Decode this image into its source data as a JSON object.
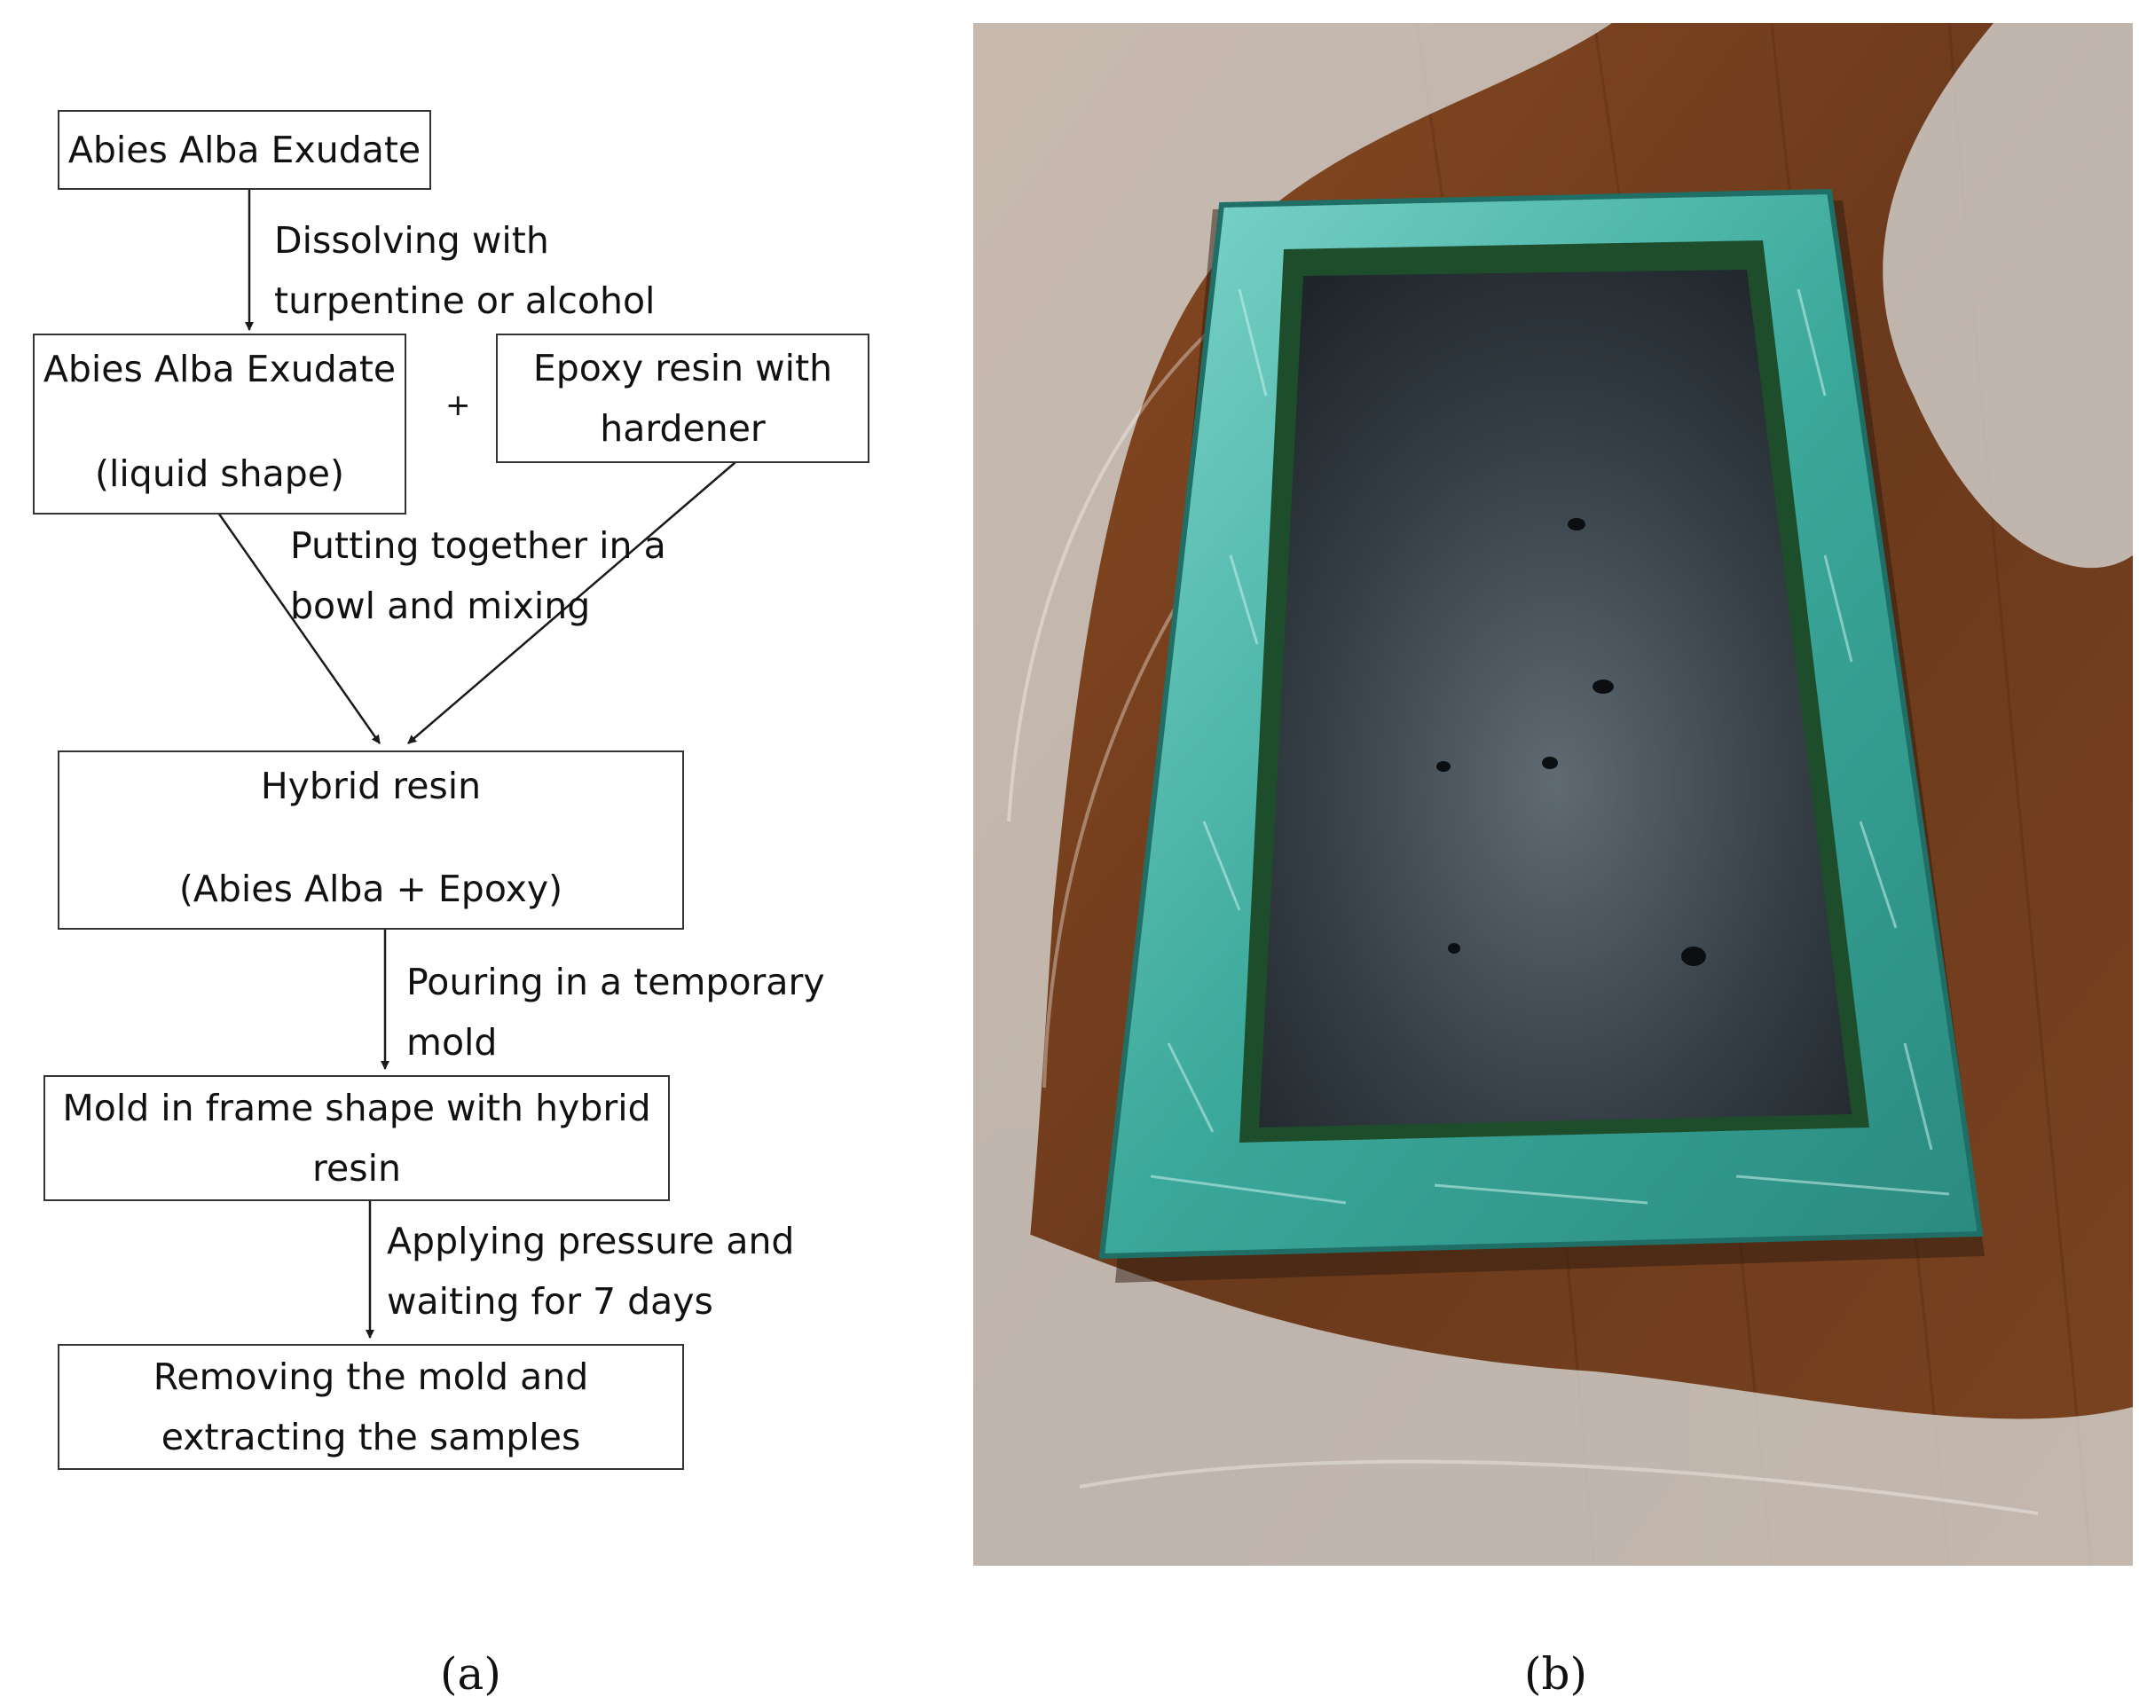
{
  "flowchart": {
    "box_exudate": "Abies Alba Exudate",
    "edge_dissolve": [
      "Dissolving with",
      "turpentine or alcohol"
    ],
    "box_liquid": [
      "Abies Alba Exudate",
      "(liquid shape)"
    ],
    "plus_sign": "+",
    "box_epoxy": [
      "Epoxy resin with",
      "hardener"
    ],
    "edge_mix": [
      "Putting together in a",
      "bowl and mixing"
    ],
    "box_hybrid": [
      "Hybrid resin",
      "(Abies Alba + Epoxy)"
    ],
    "edge_pour": [
      "Pouring in a temporary",
      "mold"
    ],
    "box_mold": [
      "Mold in frame shape with hybrid",
      "resin"
    ],
    "edge_pressure": [
      "Applying pressure and",
      "waiting for 7 days"
    ],
    "box_remove": [
      "Removing the mold and",
      "extracting the samples"
    ]
  },
  "labels": {
    "panel_a": "(a)",
    "panel_b": "(b)"
  },
  "colors": {
    "box_border": "#333333",
    "arrow": "#1a1a1a",
    "wood": "#6b3a1c",
    "frame": "#3aa89a",
    "sample": "#2a3238"
  }
}
